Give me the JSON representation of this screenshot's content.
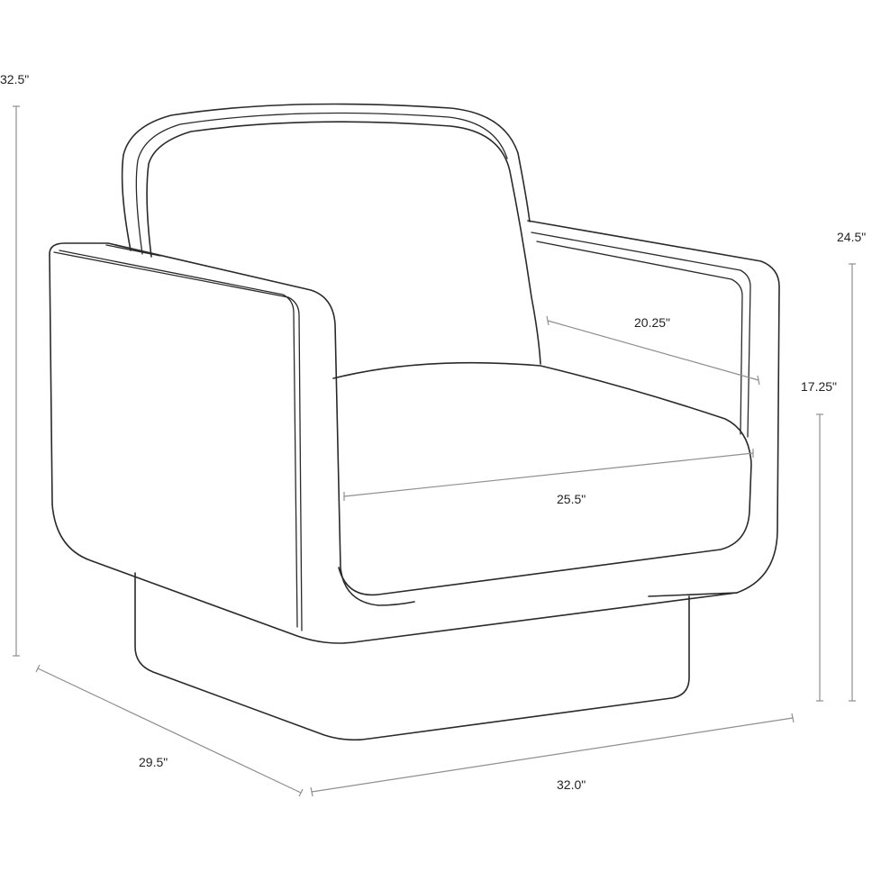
{
  "dimensions": {
    "overall_height": "32.5\"",
    "arm_height": "24.5\"",
    "seat_height": "17.25\"",
    "seat_depth": "20.25\"",
    "seat_width": "25.5\"",
    "overall_depth": "29.5\"",
    "overall_width": "32.0\""
  },
  "colors": {
    "outline": "#2a2a2a",
    "dimension_line": "#8f8f8f",
    "label_text": "#222222",
    "background": "#ffffff"
  }
}
